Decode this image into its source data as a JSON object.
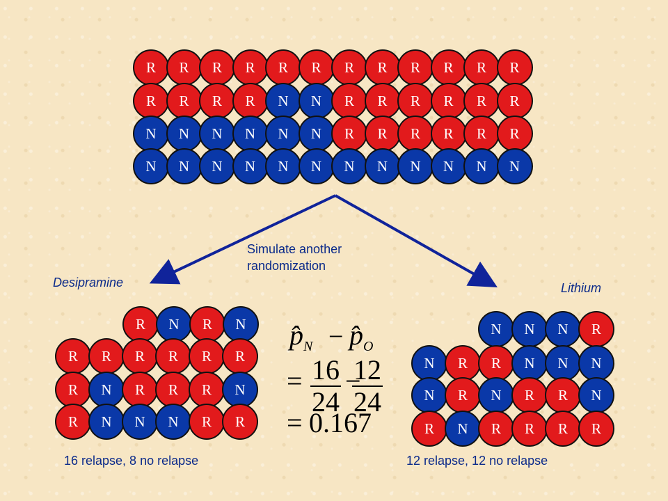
{
  "top_grid": [
    [
      "R",
      "R",
      "R",
      "R",
      "R",
      "R",
      "R",
      "R",
      "R",
      "R",
      "R",
      "R"
    ],
    [
      "R",
      "R",
      "R",
      "R",
      "N",
      "N",
      "R",
      "R",
      "R",
      "R",
      "R",
      "R"
    ],
    [
      "N",
      "N",
      "N",
      "N",
      "N",
      "N",
      "R",
      "R",
      "R",
      "R",
      "R",
      "R"
    ],
    [
      "N",
      "N",
      "N",
      "N",
      "N",
      "N",
      "N",
      "N",
      "N",
      "N",
      "N",
      "N"
    ]
  ],
  "left_grid": [
    [
      "R",
      "N",
      "R",
      "N"
    ],
    [
      "R",
      "R",
      "R",
      "R",
      "R",
      "R"
    ],
    [
      "R",
      "N",
      "R",
      "R",
      "R",
      "N"
    ],
    [
      "R",
      "N",
      "N",
      "N",
      "R",
      "R"
    ]
  ],
  "right_grid": [
    [
      "N",
      "N",
      "N",
      "R"
    ],
    [
      "N",
      "R",
      "R",
      "N",
      "N",
      "N"
    ],
    [
      "N",
      "R",
      "N",
      "R",
      "R",
      "N"
    ],
    [
      "R",
      "N",
      "R",
      "R",
      "R",
      "R"
    ]
  ],
  "labels": {
    "simulate": "Simulate another randomization",
    "left_group": "Desipramine",
    "right_group": "Lithium",
    "left_summary": "16 relapse, 8 no relapse",
    "right_summary": "12 relapse, 12 no relapse"
  },
  "equation": {
    "lhs_sub_1": "N",
    "lhs_sub_2": "O",
    "frac1_num": "16",
    "frac1_den": "24",
    "frac2_num": "12",
    "frac2_den": "24",
    "result": "0.167"
  },
  "colors": {
    "R": "#e21a1c",
    "N": "#0a38a8",
    "arrow": "#10239a",
    "text": "#0b2a8a"
  }
}
